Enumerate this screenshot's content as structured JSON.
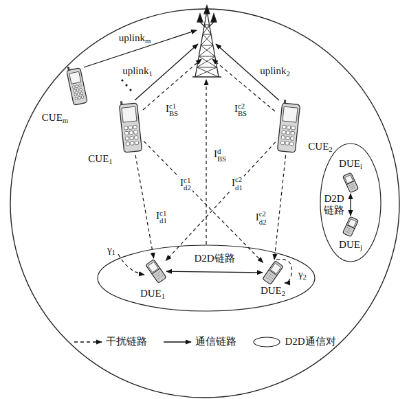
{
  "diagram": {
    "nodes": [
      {
        "text": [
          "CUEm"
        ]
      },
      {
        "text": [
          "CUE1"
        ]
      },
      {
        "text": [
          "CUE2"
        ]
      },
      {
        "text": [
          "DUEi"
        ]
      },
      {
        "text": [
          "DUEj"
        ]
      },
      {
        "text": [
          "DUE1"
        ]
      },
      {
        "text": [
          "DUE2"
        ]
      }
    ],
    "edges": [
      {
        "from": 1,
        "to": 5,
        "arrow": "to",
        "label": "Ic1d1"
      },
      {
        "from": 1,
        "to": 6,
        "arrow": "to",
        "label": "Ic1d2"
      },
      {
        "from": 2,
        "to": 5,
        "arrow": "to",
        "label": "Ic2d1"
      },
      {
        "from": 2,
        "to": 6,
        "arrow": "to",
        "label": "Ic2d2"
      },
      {
        "from": 5,
        "to": 6,
        "arrow": "both",
        "label": "D2D链路"
      },
      {
        "from": 3,
        "to": 4,
        "arrow": "both",
        "label": "D2D链路"
      }
    ],
    "labels": [
      "uplinkm",
      "uplink1",
      "uplink2",
      "Ic1BS",
      "Ic2BS",
      "IdBS",
      "γ1",
      "γ2"
    ],
    "legend": [
      {
        "text": "干扰链路"
      },
      {
        "text": "通信链路"
      },
      {
        "text": "D2D通信对"
      }
    ]
  }
}
